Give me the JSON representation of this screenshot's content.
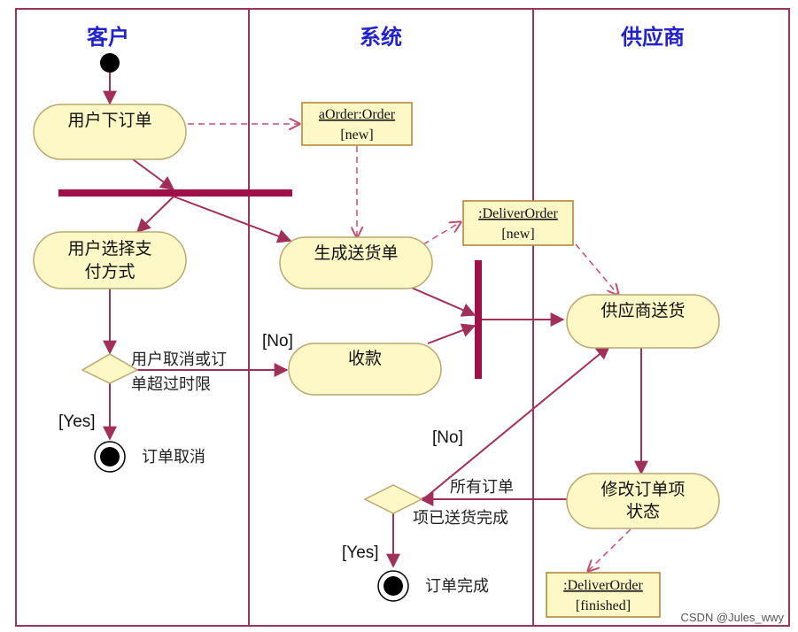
{
  "lanes": {
    "customer": "客户",
    "system": "系统",
    "supplier": "供应商"
  },
  "activities": {
    "place_order": "用户下订单",
    "choose_payment_1": "用户选择支",
    "choose_payment_2": "付方式",
    "create_delivery": "生成送货单",
    "collect_payment": "收款",
    "supplier_delivery": "供应商送货",
    "update_status_1": "修改订单项",
    "update_status_2": "状态"
  },
  "objects": {
    "order_name": "aOrder:Order",
    "order_state": "[new]",
    "deliver_new_name": ":DeliverOrder",
    "deliver_new_state": "[new]",
    "deliver_finished_name": ":DeliverOrder",
    "deliver_finished_state": "[finished]"
  },
  "labels": {
    "cancel_cond_1": "用户取消或订",
    "cancel_cond_2": "单超过时限",
    "order_cancelled": "订单取消",
    "all_items_1": "所有订单",
    "all_items_2": "项已送货完成",
    "order_completed": "订单完成"
  },
  "guards": {
    "no_payment": "[No]",
    "yes_cancel": "[Yes]",
    "no_loop": "[No]",
    "yes_complete": "[Yes]"
  },
  "watermark": "CSDN @Jules_wwy",
  "colors": {
    "frame": "#9b3557",
    "flow": "#a0305a",
    "bar": "#a01048",
    "node_fill": "#fdf8c6",
    "node_stroke": "#b8a870",
    "lane_title": "#2222cc"
  }
}
